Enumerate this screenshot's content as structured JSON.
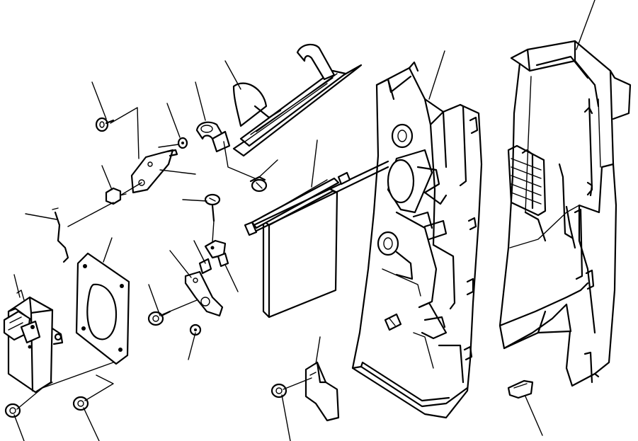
{
  "diagram": {
    "type": "exploded-parts-view",
    "colors": {
      "line": "#000000",
      "background": "#ffffff"
    },
    "parts": [
      {
        "id": "housing-rear",
        "icon": "duct-housing"
      },
      {
        "id": "housing-front",
        "icon": "duct-housing"
      },
      {
        "id": "filter-element",
        "icon": "filter-panel"
      },
      {
        "id": "damper-flap",
        "icon": "flap-door"
      },
      {
        "id": "actuator-motor",
        "icon": "servo-motor"
      },
      {
        "id": "mounting-gasket",
        "icon": "gasket-plate"
      },
      {
        "id": "link-plate-upper",
        "icon": "lever"
      },
      {
        "id": "link-plate-lower",
        "icon": "lever"
      },
      {
        "id": "connecting-rod",
        "icon": "rod"
      },
      {
        "id": "pipe-clamp",
        "icon": "clamp"
      },
      {
        "id": "hose-clip",
        "icon": "clip"
      },
      {
        "id": "bracket",
        "icon": "bracket"
      },
      {
        "id": "bolts-screws",
        "icon": "fastener"
      }
    ]
  }
}
